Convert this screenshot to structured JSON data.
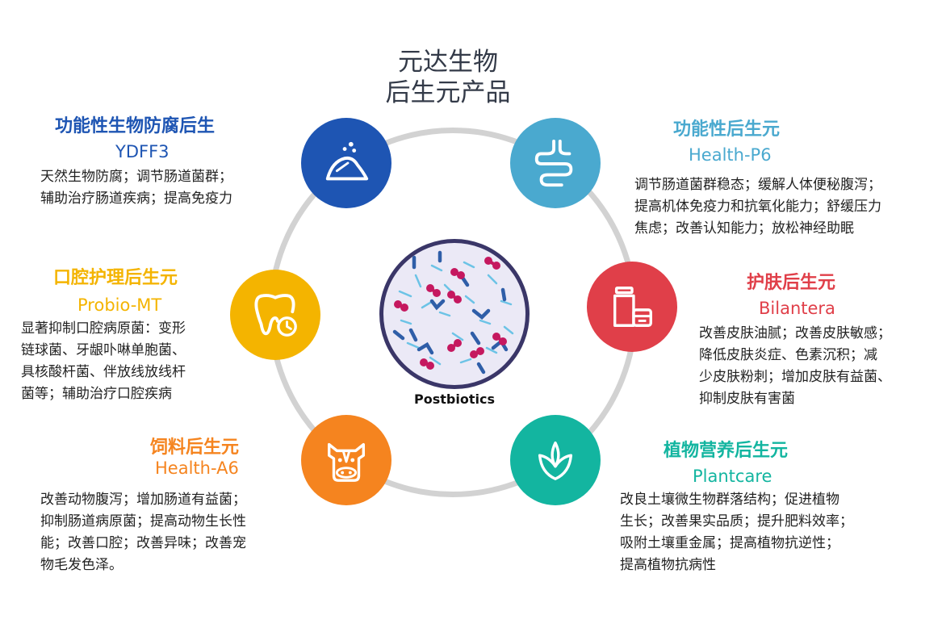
{
  "title": {
    "line1": "元达生物",
    "line2": "后生元产品"
  },
  "center": {
    "label": "Postbiotics"
  },
  "colors": {
    "blue": "#1e55b3",
    "lightblue": "#4aa9cf",
    "red": "#e03f49",
    "teal": "#13b5a0",
    "orange": "#f5841f",
    "yellow": "#f4b400",
    "ring": "#d2d2d2"
  },
  "products": [
    {
      "heading": "功能性生物防腐后生",
      "name": "YDFF3",
      "icon": "powder-pile-icon",
      "lines": [
        "天然生物防腐；调节肠道菌群；",
        "辅助治疗肠道疾病；提高免疫力"
      ]
    },
    {
      "heading": "功能性后生元",
      "name": "Health-P6",
      "icon": "intestine-icon",
      "lines": [
        "调节肠道菌群稳态；缓解人体便秘腹泻；",
        "提高机体免疫力和抗氧化能力；舒缓压力",
        "焦虑；改善认知能力；放松神经助眠"
      ]
    },
    {
      "heading": "口腔护理后生元",
      "name": "Probio-MT",
      "icon": "tooth-clock-icon",
      "lines": [
        "显著抑制口腔病原菌：变形",
        "链球菌、牙龈卟啉单胞菌、",
        "具核酸杆菌、伴放线放线杆",
        "菌等；辅助治疗口腔疾病"
      ]
    },
    {
      "heading": "护肤后生元",
      "name": "Bilantera",
      "icon": "skincare-bottle-icon",
      "lines": [
        "改善皮肤油腻；改善皮肤敏感；",
        "降低皮肤炎症、色素沉积；减",
        "少皮肤粉刺；增加皮肤有益菌、",
        "抑制皮肤有害菌"
      ]
    },
    {
      "heading": "饲料后生元",
      "name": "Health-A6",
      "icon": "animal-face-icon",
      "lines": [
        "改善动物腹泻；增加肠道有益菌；",
        "抑制肠道病原菌；提高动物生长性",
        "能；改善口腔；改善异味；改善宠",
        "物毛发色泽。"
      ]
    },
    {
      "heading": "植物营养后生元",
      "name": "Plantcare",
      "icon": "leaf-bud-icon",
      "lines": [
        "改良土壤微生物群落结构；促进植物",
        "生长；改善果实品质；提升肥料效率；",
        "吸附土壤重金属；提高植物抗逆性；",
        "提高植物抗病性"
      ]
    }
  ]
}
